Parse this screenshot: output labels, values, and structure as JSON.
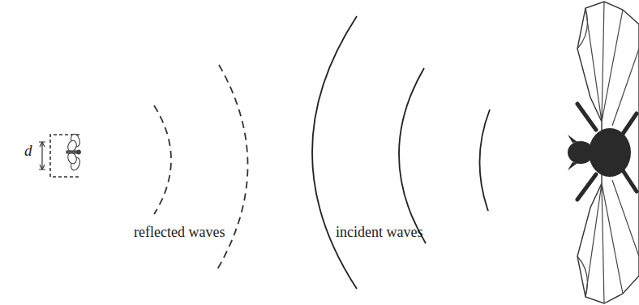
{
  "diagram": {
    "labels": [
      "d",
      "reflected waves",
      "incident waves"
    ]
  }
}
